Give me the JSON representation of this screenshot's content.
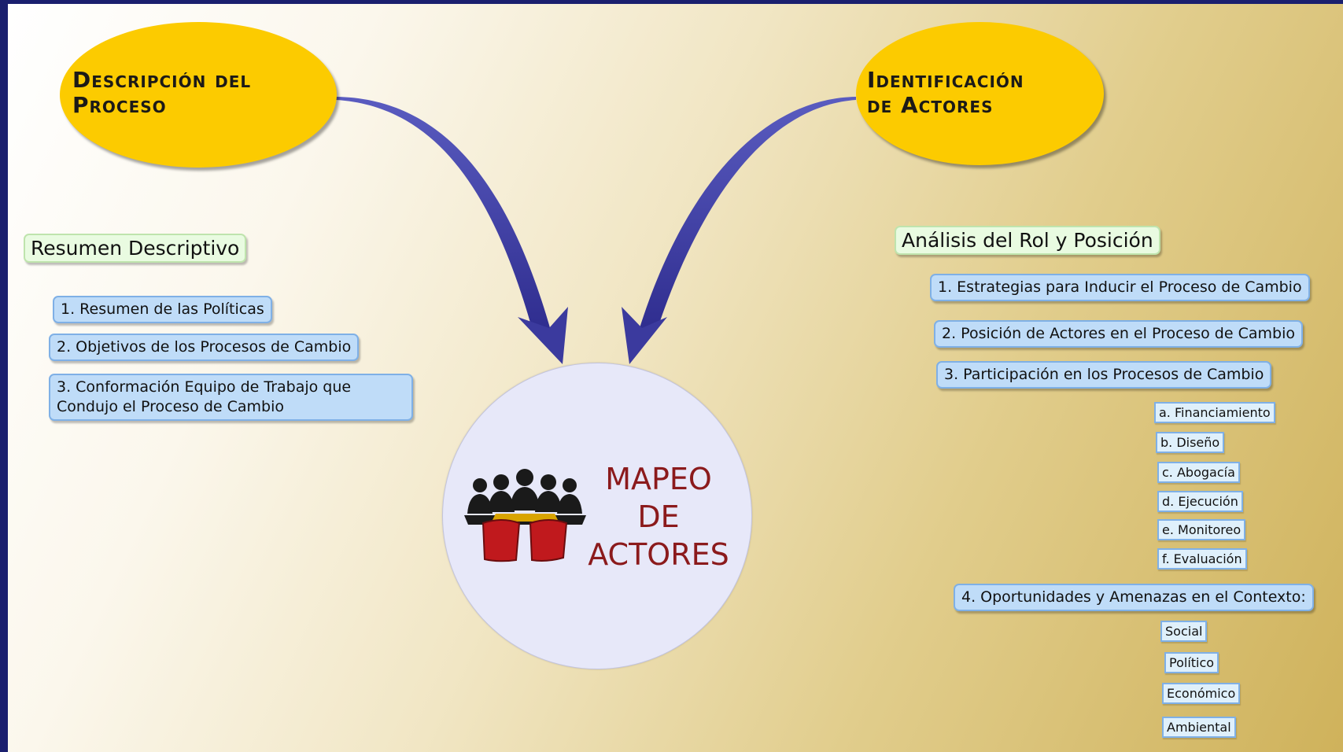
{
  "top_left_title": "Descripción del\nProceso",
  "top_right_title": "Identificación\nde Actores",
  "center_title": "MAPEO\nDE\nACTORES",
  "left_branch": {
    "heading": "Resumen Descriptivo",
    "items": [
      "1. Resumen de las Políticas",
      "2. Objetivos de los Procesos de Cambio",
      "3. Conformación Equipo de Trabajo que\nCondujo el Proceso de Cambio"
    ]
  },
  "right_branch": {
    "heading": "Análisis del Rol y Posición",
    "items": [
      "1. Estrategias para Inducir el Proceso de Cambio",
      "2. Posición de Actores en el Proceso de Cambio",
      "3. Participación en los Procesos de Cambio",
      "4. Oportunidades y Amenazas en el Contexto:"
    ],
    "participation_subitems": [
      "a. Financiamiento",
      "b. Diseño",
      "c. Abogacía",
      "d. Ejecución",
      "e. Monitoreo",
      "f. Evaluación"
    ],
    "context_subitems": [
      "Social",
      "Político",
      "Económico",
      "Ambiental"
    ]
  },
  "colors": {
    "frame": "#1a1f6e",
    "ellipse_fill": "#fccb00",
    "arrow": "#3b3a9e",
    "center_text": "#8b1a1c",
    "chair": "#c0191d"
  },
  "icons": {
    "center": "meeting-people-icon"
  }
}
